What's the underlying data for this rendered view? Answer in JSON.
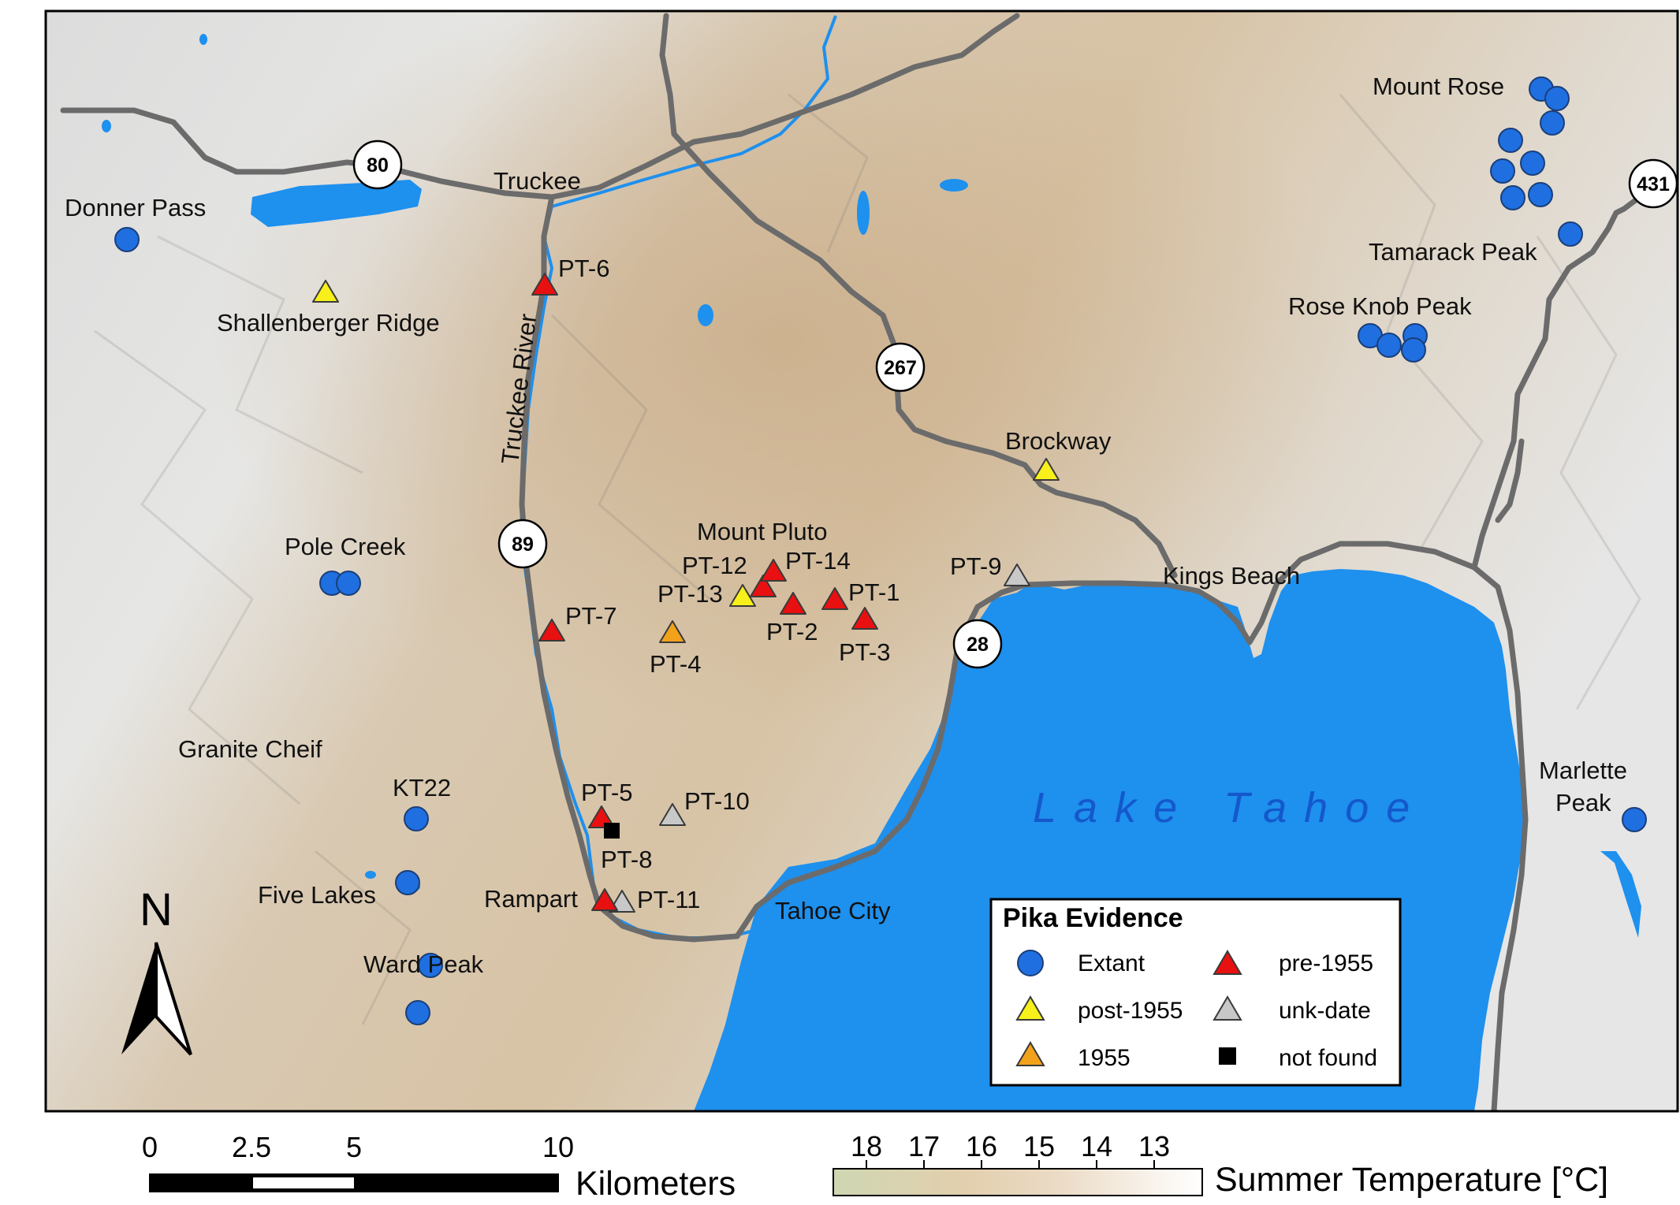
{
  "colors": {
    "extant": "#1f6fe0",
    "pre_1955": "#e81010",
    "post_1955": "#f7f01a",
    "year_1955": "#f2a21a",
    "unk_date": "#c8c8c8",
    "not_found": "#000000",
    "water": "#1e90ee",
    "road": "#6b6b6b",
    "lake_label": "#1458cc"
  },
  "legend": {
    "title": "Pika Evidence",
    "extant": "Extant",
    "post_1955": "post-1955",
    "year_1955": "1955",
    "pre_1955": "pre-1955",
    "unk_date": "unk-date",
    "not_found": "not found"
  },
  "places": {
    "donner_pass": "Donner Pass",
    "truckee": "Truckee",
    "shallenberger": "Shallenberger Ridge",
    "truckee_river": "Truckee River",
    "pole_creek": "Pole Creek",
    "granite_chief": "Granite Cheif",
    "kt22": "KT22",
    "five_lakes": "Five Lakes",
    "ward_peak": "Ward Peak",
    "mount_pluto": "Mount Pluto",
    "brockway": "Brockway",
    "kings_beach": "Kings Beach",
    "tahoe_city": "Tahoe City",
    "rampart": "Rampart",
    "mount_rose": "Mount Rose",
    "tamarack_peak": "Tamarack Peak",
    "rose_knob_peak": "Rose Knob Peak",
    "marlette_1": "Marlette",
    "marlette_2": "Peak",
    "lake_tahoe": "Lake Tahoe"
  },
  "sites": {
    "pt1": "PT-1",
    "pt2": "PT-2",
    "pt3": "PT-3",
    "pt4": "PT-4",
    "pt5": "PT-5",
    "pt6": "PT-6",
    "pt7": "PT-7",
    "pt8": "PT-8",
    "pt9": "PT-9",
    "pt10": "PT-10",
    "pt11": "PT-11",
    "pt12": "PT-12",
    "pt13": "PT-13",
    "pt14": "PT-14"
  },
  "highways": {
    "h80": "80",
    "h89": "89",
    "h267": "267",
    "h28": "28",
    "h431": "431"
  },
  "north_arrow": "N",
  "scale_bar": {
    "ticks": [
      "0",
      "2.5",
      "5",
      "10"
    ],
    "unit": "Kilometers"
  },
  "temperature_scale": {
    "ticks": [
      "18",
      "17",
      "16",
      "15",
      "14",
      "13"
    ],
    "title": "Summer Temperature [°C]"
  }
}
